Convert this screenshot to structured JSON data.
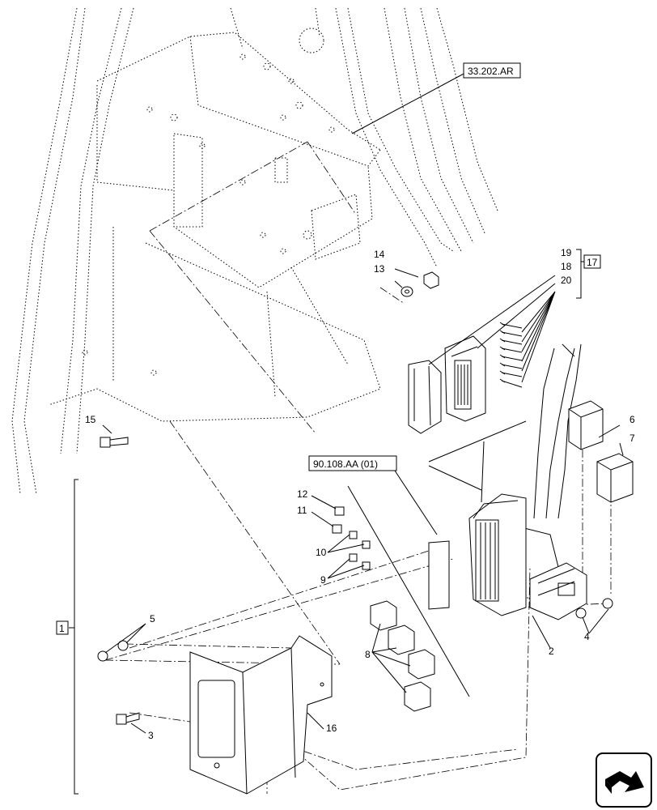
{
  "references": {
    "frame_ref": "33.202.AR",
    "harness_ref": "90.108.AA (01)",
    "kit_17": "17",
    "kit_1": "1"
  },
  "callouts": {
    "c1": "1",
    "c2": "2",
    "c3": "3",
    "c4": "4",
    "c5": "5",
    "c6": "6",
    "c7": "7",
    "c8": "8",
    "c9": "9",
    "c10": "10",
    "c11": "11",
    "c12": "12",
    "c13": "13",
    "c14": "14",
    "c15": "15",
    "c16": "16",
    "c17": "17",
    "c18": "18",
    "c19": "19",
    "c20": "20"
  },
  "nav": {
    "icon": "next-page-arrow-icon"
  }
}
